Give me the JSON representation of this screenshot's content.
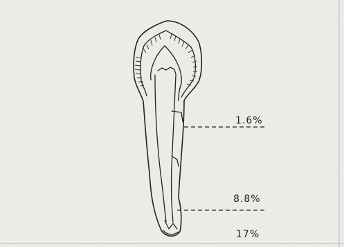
{
  "diagram": {
    "labels": {
      "upper_percent": "1.6%",
      "middle_percent": "8.8%",
      "lower_percent": "17%"
    },
    "colors": {
      "paper": "#eeeeea",
      "ink": "#222222",
      "frame": "#b9b9b4"
    }
  }
}
